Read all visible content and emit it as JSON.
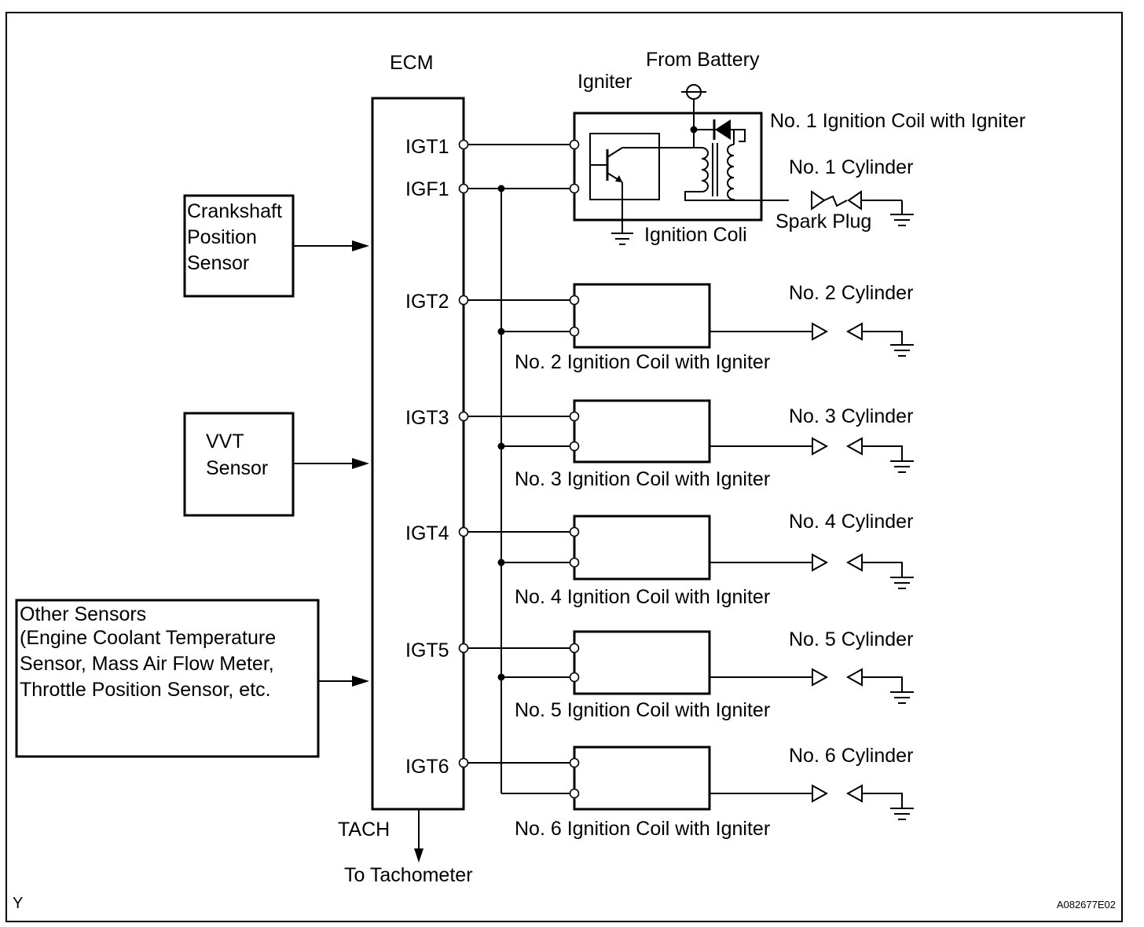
{
  "ecm": {
    "label": "ECM",
    "pins": [
      "IGT1",
      "IGF1",
      "IGT2",
      "IGT3",
      "IGT4",
      "IGT5",
      "IGT6"
    ],
    "tach_label": "TACH",
    "tach_dest": "To Tachometer"
  },
  "sensors": {
    "crankshaft": [
      "Crankshaft",
      "Position",
      "Sensor"
    ],
    "vvt": [
      "VVT",
      "Sensor"
    ],
    "other": [
      "Other Sensors",
      "(Engine Coolant Temperature",
      "Sensor, Mass Air Flow Meter,",
      "Throttle Position Sensor, etc."
    ]
  },
  "coil1": {
    "from_battery": "From Battery",
    "igniter": "Igniter",
    "title": "No. 1 Ignition Coil with Igniter",
    "ignition_coil": "Ignition Coli",
    "cylinder": "No. 1 Cylinder",
    "spark_plug": "Spark Plug"
  },
  "coils": [
    {
      "title": "No. 2 Ignition Coil with Igniter",
      "cylinder": "No. 2 Cylinder"
    },
    {
      "title": "No. 3 Ignition Coil with Igniter",
      "cylinder": "No. 3 Cylinder"
    },
    {
      "title": "No. 4 Ignition Coil with Igniter",
      "cylinder": "No. 4 Cylinder"
    },
    {
      "title": "No. 5 Ignition Coil with Igniter",
      "cylinder": "No. 5 Cylinder"
    },
    {
      "title": "No. 6 Ignition Coil with Igniter",
      "cylinder": "No. 6 Cylinder"
    }
  ],
  "corner_mark": "Y",
  "figure_code": "A082677E02"
}
